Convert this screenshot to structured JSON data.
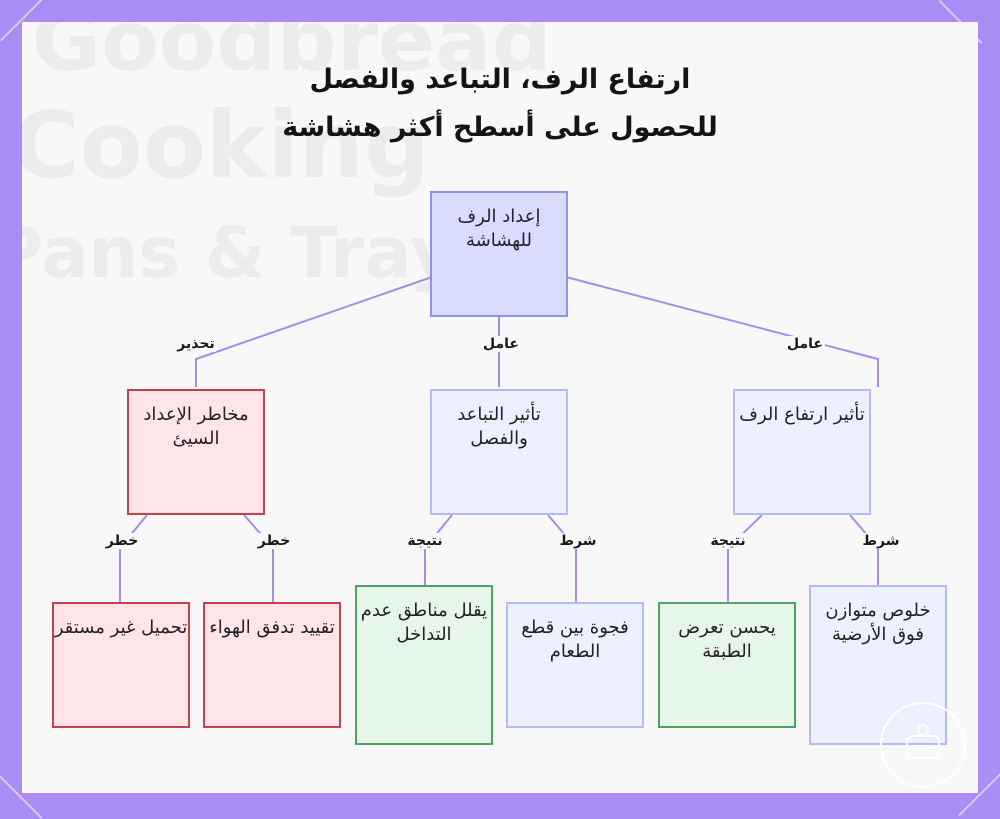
{
  "title": {
    "line1": "ارتفاع الرف، التباعد والفصل",
    "line2": "للحصول على أسطح أكثر هشاشة"
  },
  "watermark": {
    "line1": "Goodbread",
    "line2": "Cooking",
    "line3": "Pans & Trays"
  },
  "nodes": {
    "root": "إعداد الرف للهشاشة",
    "rack_height": "تأثير ارتفاع الرف",
    "spacing": "تأثير التباعد والفصل",
    "bad_setup": "مخاطر الإعداد السيئ",
    "even_clearance": "خلوص متوازن فوق الأرضية",
    "improves_exposure": "يحسن تعرض الطبقة",
    "gap_between": "فجوة بين قطع الطعام",
    "reduces_overlap": "يقلل مناطق عدم التداخل",
    "airflow_restriction": "تقييد تدفق الهواء",
    "unstable_loading": "تحميل غير مستقر"
  },
  "edge_labels": {
    "factor_right": "عامل",
    "factor_mid": "عامل",
    "warning": "تحذير",
    "condition_1": "شرط",
    "result_1": "نتيجة",
    "condition_2": "شرط",
    "result_2": "نتيجة",
    "risk_1": "خطر",
    "risk_2": "خطر"
  },
  "colors": {
    "background": "#a98cf4",
    "edge": "#a58ce8",
    "root_fill": "#dadcff",
    "blue_fill": "#eef0ff",
    "red_border": "#c8404f",
    "green_border": "#4aa560"
  }
}
